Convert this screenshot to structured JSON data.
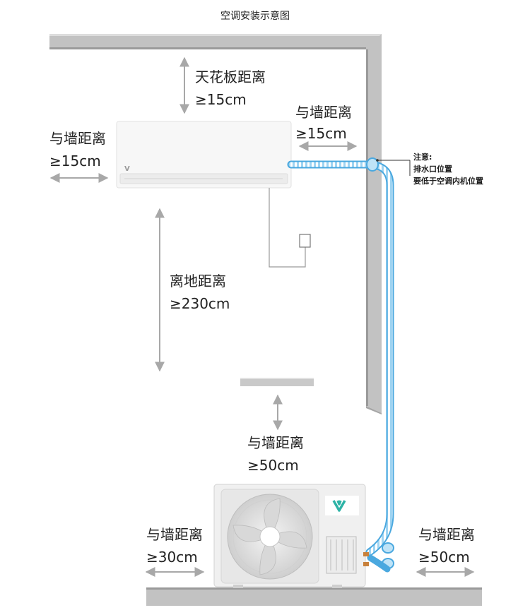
{
  "title": "空调安装示意图",
  "labels": {
    "ceiling": {
      "name": "天花板距离",
      "value": "≥15cm"
    },
    "right_wall": {
      "name": "与墙距离",
      "value": "≥15cm"
    },
    "left_wall": {
      "name": "与墙距离",
      "value": "≥15cm"
    },
    "floor": {
      "name": "离地距离",
      "value": "≥230cm"
    },
    "outdoor_front": {
      "name": "与墙距离",
      "value": "≥50cm"
    },
    "outdoor_left": {
      "name": "与墙距离",
      "value": "≥30cm"
    },
    "outdoor_right": {
      "name": "与墙距离",
      "value": "≥50cm"
    }
  },
  "note": {
    "line1": "注意:",
    "line2": "排水口位置",
    "line3": "要低于空调内机位置"
  },
  "brand_logo": "V",
  "colors": {
    "wall": "#bdbdbd",
    "wall_edge": "#8c8c8c",
    "arrow": "#a8a8a8",
    "pipe": "#5fb4e6",
    "brand_teal": "#2db3a6",
    "drain_copper": "#c8813c"
  }
}
